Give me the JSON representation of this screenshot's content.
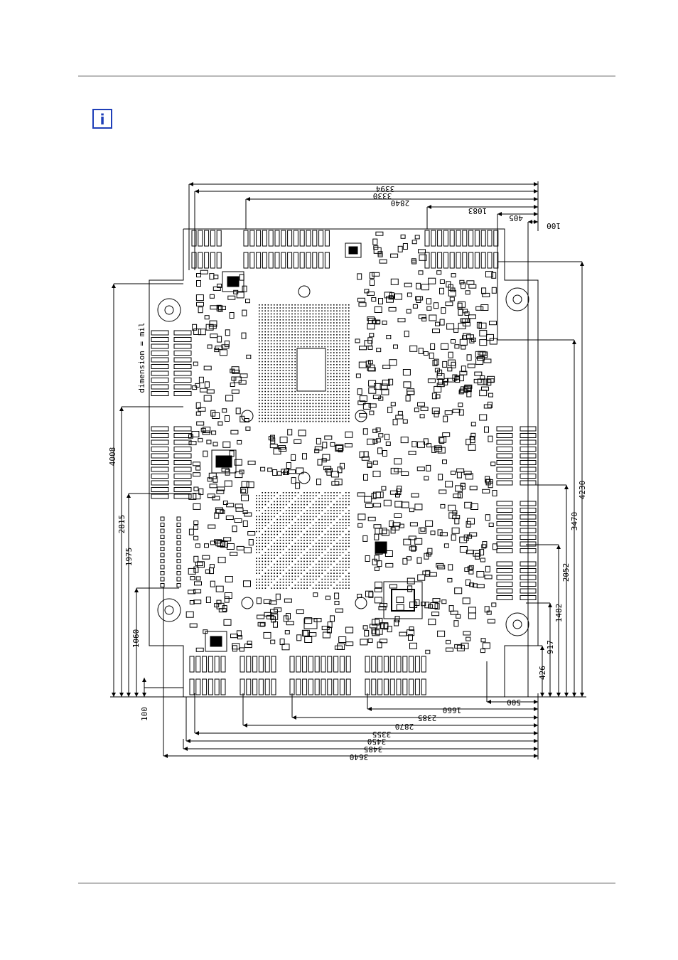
{
  "icon": {
    "name": "info-icon",
    "glyph": "i",
    "color": "#1f3fb8"
  },
  "unit_note": "dimension = mil",
  "dimensions": {
    "top_horizontal": [
      "3394",
      "3330",
      "2840",
      "1083",
      "405",
      "100"
    ],
    "bottom_horizontal": [
      "500",
      "1660",
      "2385",
      "2870",
      "3355",
      "3450",
      "3485",
      "3640"
    ],
    "left_vertical": [
      "4008",
      "2815",
      "1975",
      "1060",
      "100"
    ],
    "right_vertical": [
      "4230",
      "3470",
      "2052",
      "1482",
      "917",
      "426"
    ]
  },
  "colors": {
    "line": "#000000",
    "rule": "#b9b9b9"
  }
}
